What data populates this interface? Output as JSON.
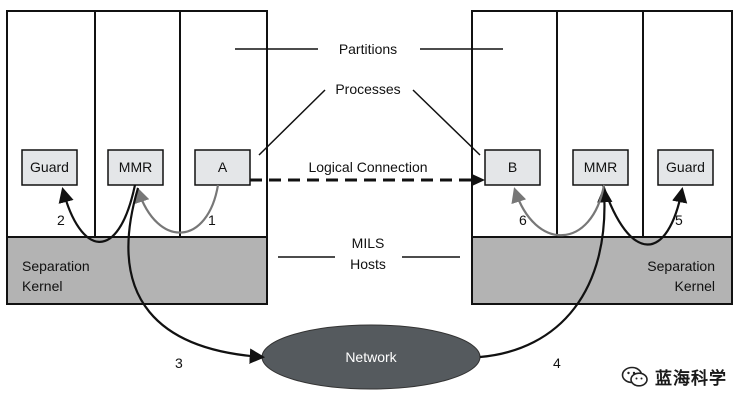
{
  "labels": {
    "partitions": "Partitions",
    "processes": "Processes",
    "logical_connection": "Logical Connection",
    "mils_line1": "MILS",
    "mils_line2": "Hosts",
    "network": "Network"
  },
  "left_host": {
    "kernel_line1": "Separation",
    "kernel_line2": "Kernel",
    "processes": [
      "Guard",
      "MMR",
      "A"
    ]
  },
  "right_host": {
    "kernel_line1": "Separation",
    "kernel_line2": "Kernel",
    "processes": [
      "B",
      "MMR",
      "Guard"
    ]
  },
  "flow_steps": [
    "1",
    "2",
    "3",
    "4",
    "5",
    "6"
  ],
  "watermark": {
    "text": "蓝海科学",
    "icon": "wechat-icon"
  },
  "colors": {
    "kernel_fill": "#b3b3b3",
    "process_fill": "#e4e6e8",
    "network_fill": "#555a5e",
    "line": "#111111",
    "arrow_light": "#777777"
  }
}
